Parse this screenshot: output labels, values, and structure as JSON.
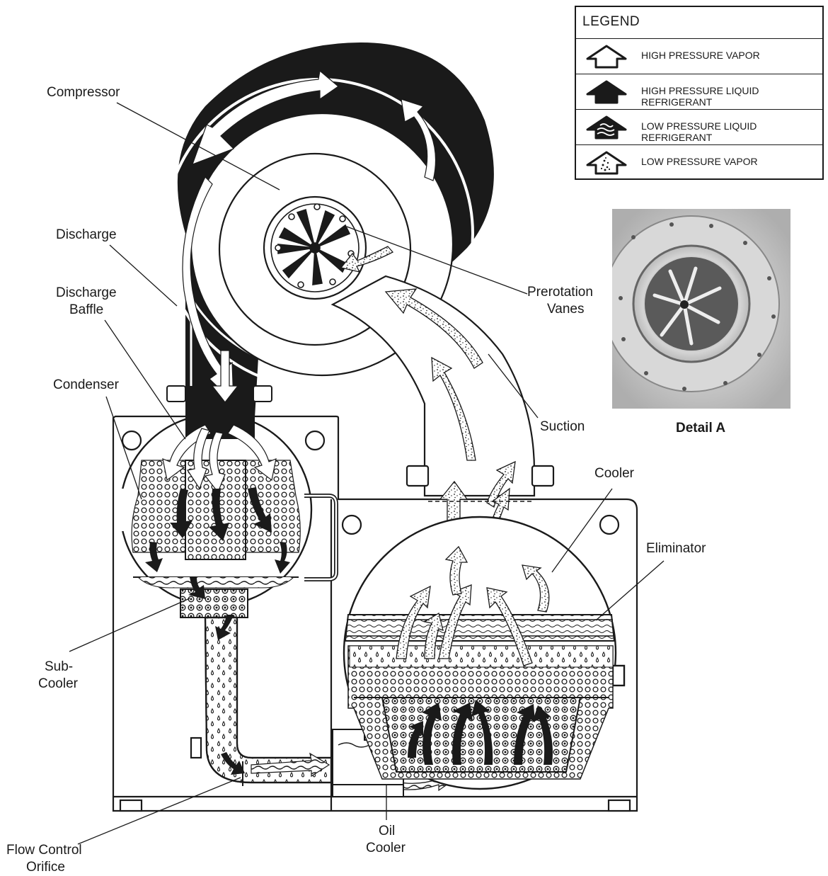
{
  "legend": {
    "title": "LEGEND",
    "items": [
      {
        "label": "HIGH PRESSURE VAPOR",
        "icon": "outline-arrow-icon"
      },
      {
        "label": "HIGH PRESSURE LIQUID REFRIGERANT",
        "icon": "solid-arrow-icon"
      },
      {
        "label": "LOW PRESSURE LIQUID REFRIGERANT",
        "icon": "wavy-arrow-icon"
      },
      {
        "label": "LOW PRESSURE VAPOR",
        "icon": "speckled-arrow-icon"
      }
    ]
  },
  "labels": {
    "compressor": "Compressor",
    "discharge": "Discharge",
    "discharge_baffle_1": "Discharge",
    "discharge_baffle_2": "Baffle",
    "condenser": "Condenser",
    "sub_cooler_1": "Sub-",
    "sub_cooler_2": "Cooler",
    "flow_control_1": "Flow Control",
    "flow_control_2": "Orifice",
    "oil_cooler_1": "Oil",
    "oil_cooler_2": "Cooler",
    "prerotation_1": "Prerotation",
    "prerotation_2": "Vanes",
    "suction": "Suction",
    "cooler": "Cooler",
    "eliminator": "Eliminator"
  },
  "detail": {
    "caption": "Detail A"
  },
  "colors": {
    "ink": "#1a1a1a",
    "paper": "#ffffff",
    "photo_metal": "#b9b9b9"
  }
}
